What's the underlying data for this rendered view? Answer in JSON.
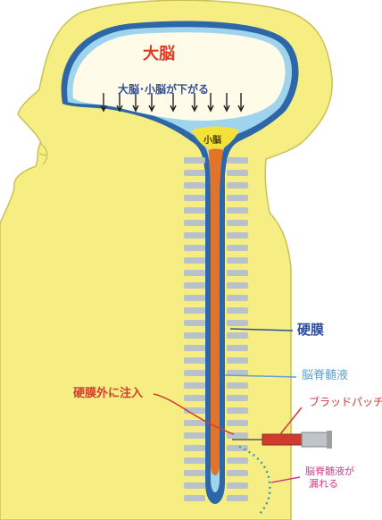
{
  "labels": {
    "brain": "大脳",
    "sag": "大脳･小脳が下がる",
    "cerebellum": "小脳",
    "dura": "硬膜",
    "csf": "脳脊髄液",
    "epidural": "硬膜外に注入",
    "blood_patch": "ブラッドパッチ",
    "leak_line1": "脳脊髄液が",
    "leak_line2": "漏れる"
  },
  "colors": {
    "body": "#f6ee82",
    "body_outline": "#c8c25a",
    "dura": "#2e67a8",
    "csf": "#9fd4ee",
    "brain": "#fffbe9",
    "cord": "#e0742a",
    "vertebra": "#b9c2cb",
    "syringe": "#d23a2f",
    "brain_text": "#e03a22",
    "dura_text": "#2f4f9a",
    "csf_text": "#5d9fd2",
    "epidural_text": "#d2402c",
    "leak_text": "#d23a8a",
    "leak_dots": "#3f9aa6"
  }
}
